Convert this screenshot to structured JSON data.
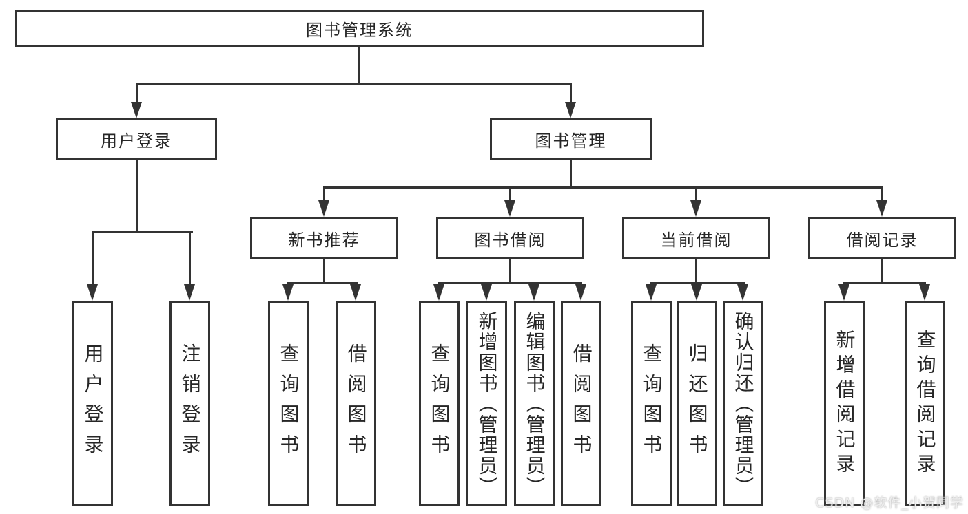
{
  "diagram": {
    "title": "图书管理系统",
    "root": {
      "label": "图书管理系统"
    },
    "level2": {
      "user_login": {
        "label": "用户登录"
      },
      "book_management": {
        "label": "图书管理"
      }
    },
    "level3": {
      "new_book_recommend": {
        "label": "新书推荐"
      },
      "book_borrow": {
        "label": "图书借阅"
      },
      "current_borrow": {
        "label": "当前借阅"
      },
      "borrow_records": {
        "label": "借阅记录"
      }
    },
    "leaves": {
      "user_login": [
        "用户登录",
        "注销登录"
      ],
      "new_book_recommend": [
        "查询图书",
        "借阅图书"
      ],
      "book_borrow": [
        "查询图书",
        "新增图书（管理员）",
        "编辑图书（管理员）",
        "借阅图书"
      ],
      "current_borrow": [
        "查询图书",
        "归还图书",
        "确认归还（管理员）"
      ],
      "borrow_records": [
        "新增借阅记录",
        "查询借阅记录"
      ]
    },
    "colors": {
      "line": "#333333",
      "text": "#262626",
      "background": "#ffffff",
      "watermark": "#eeeeee"
    },
    "watermark": "CSDN @软件_小贺同学"
  }
}
